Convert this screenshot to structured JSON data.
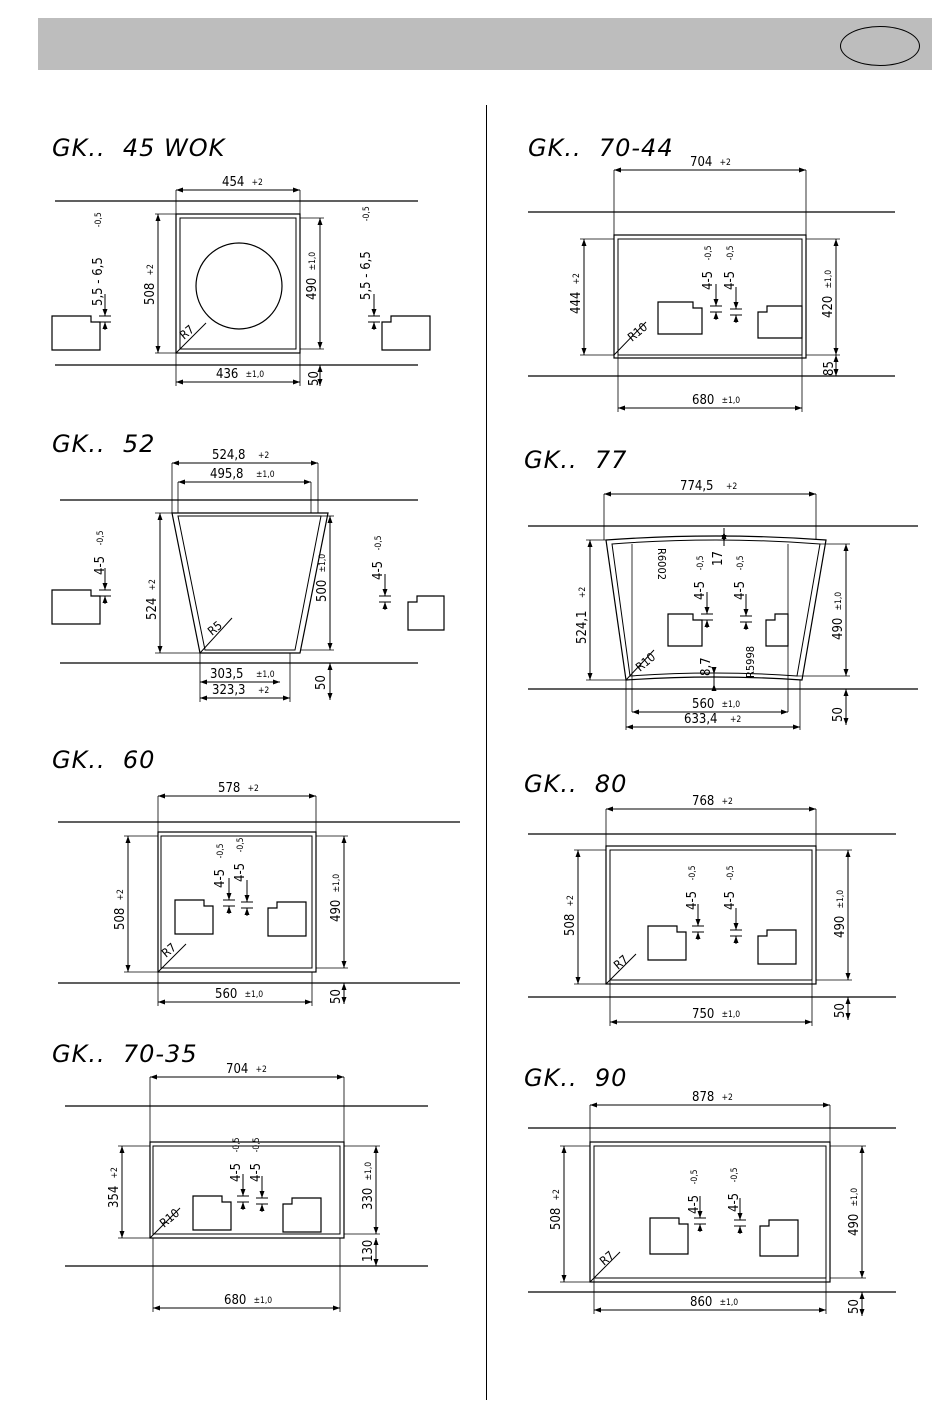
{
  "header": {
    "language_badge": ""
  },
  "diagrams": [
    {
      "id": "gk45wok",
      "title": "GK..  45 WOK",
      "width_top": "454",
      "width_top_tol": "+2",
      "width_bottom": "436",
      "width_bottom_tol": "±1,0",
      "height_outer": "508",
      "height_outer_tol": "+2",
      "height_inner": "490",
      "height_inner_tol": "±1,0",
      "margin": "50",
      "radius": "R7",
      "mount_left": "5,5 - 6,5",
      "mount_left_tol": "-0,5",
      "mount_right": "5,5 - 6,5",
      "mount_right_tol": "-0,5"
    },
    {
      "id": "gk52",
      "title": "GK..  52",
      "width_top": "524,8",
      "width_top_tol": "+2",
      "width_top2": "495,8",
      "width_top2_tol": "±1,0",
      "width_bottom": "303,5",
      "width_bottom_tol": "±1,0",
      "width_bottom2": "323,3",
      "width_bottom2_tol": "+2",
      "height_outer": "524",
      "height_outer_tol": "+2",
      "height_inner": "500",
      "height_inner_tol": "±1,0",
      "margin": "50",
      "radius": "R5",
      "mount_left": "4-5",
      "mount_left_tol": "-0,5",
      "mount_right": "4-5",
      "mount_right_tol": "-0,5"
    },
    {
      "id": "gk60",
      "title": "GK..  60",
      "width_top": "578",
      "width_top_tol": "+2",
      "width_bottom": "560",
      "width_bottom_tol": "±1,0",
      "height_outer": "508",
      "height_outer_tol": "+2",
      "height_inner": "490",
      "height_inner_tol": "±1,0",
      "margin": "50",
      "radius": "R7",
      "mount_left": "4-5",
      "mount_left_tol": "-0,5",
      "mount_right": "4-5",
      "mount_right_tol": "-0,5"
    },
    {
      "id": "gk7035",
      "title": "GK..  70-35",
      "width_top": "704",
      "width_top_tol": "+2",
      "width_bottom": "680",
      "width_bottom_tol": "±1,0",
      "height_outer": "354",
      "height_outer_tol": "+2",
      "height_inner": "330",
      "height_inner_tol": "±1,0",
      "margin": "130",
      "radius": "R10",
      "mount_left": "4-5",
      "mount_left_tol": "-0,5",
      "mount_right": "4-5",
      "mount_right_tol": "-0,5"
    },
    {
      "id": "gk7044",
      "title": "GK..  70-44",
      "width_top": "704",
      "width_top_tol": "+2",
      "width_bottom": "680",
      "width_bottom_tol": "±1,0",
      "height_outer": "444",
      "height_outer_tol": "+2",
      "height_inner": "420",
      "height_inner_tol": "±1,0",
      "margin": "85",
      "radius": "R10",
      "mount_left": "4-5",
      "mount_left_tol": "-0,5",
      "mount_right": "4-5",
      "mount_right_tol": "-0,5"
    },
    {
      "id": "gk77",
      "title": "GK..  77",
      "width_top": "774,5",
      "width_top_tol": "+2",
      "width_bottom": "560",
      "width_bottom_tol": "±1,0",
      "width_bottom2": "633,4",
      "width_bottom2_tol": "+2",
      "height_outer": "524,1",
      "height_outer_tol": "+2",
      "height_inner": "490",
      "height_inner_tol": "±1,0",
      "margin": "50",
      "radius": "R10",
      "arc_top": "R6002",
      "arc_bottom": "R5998",
      "gap_top": "17",
      "gap_bottom": "8,7",
      "mount_left": "4-5",
      "mount_left_tol": "-0,5",
      "mount_right": "4-5",
      "mount_right_tol": "-0,5"
    },
    {
      "id": "gk80",
      "title": "GK..  80",
      "width_top": "768",
      "width_top_tol": "+2",
      "width_bottom": "750",
      "width_bottom_tol": "±1,0",
      "height_outer": "508",
      "height_outer_tol": "+2",
      "height_inner": "490",
      "height_inner_tol": "±1,0",
      "margin": "50",
      "radius": "R7",
      "mount_left": "4-5",
      "mount_left_tol": "-0,5",
      "mount_right": "4-5",
      "mount_right_tol": "-0,5"
    },
    {
      "id": "gk90",
      "title": "GK..  90",
      "width_top": "878",
      "width_top_tol": "+2",
      "width_bottom": "860",
      "width_bottom_tol": "±1,0",
      "height_outer": "508",
      "height_outer_tol": "+2",
      "height_inner": "490",
      "height_inner_tol": "±1,0",
      "margin": "50",
      "radius": "R7",
      "mount_left": "4-5",
      "mount_left_tol": "-0,5",
      "mount_right": "4-5",
      "mount_right_tol": "-0,5"
    }
  ]
}
